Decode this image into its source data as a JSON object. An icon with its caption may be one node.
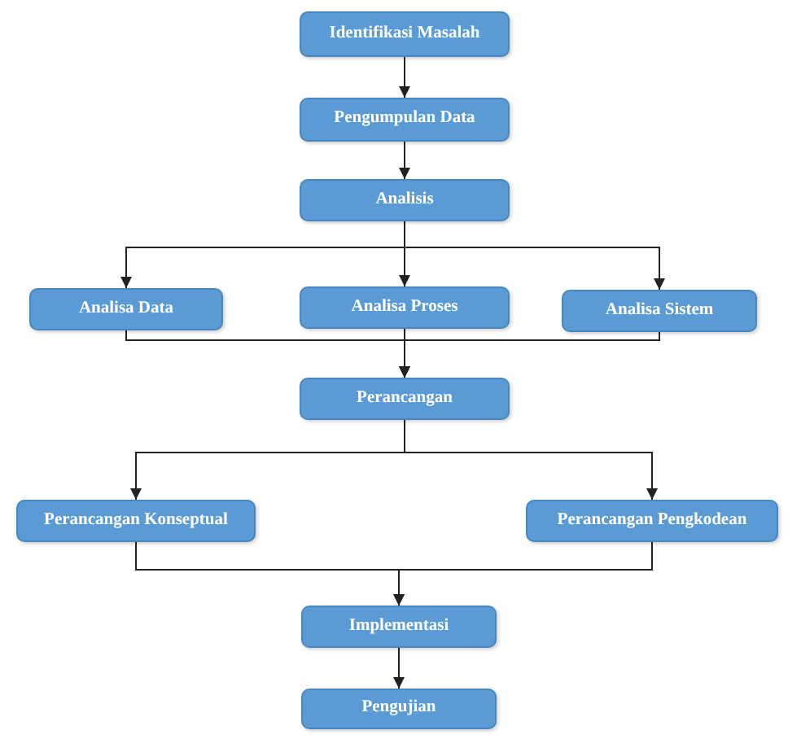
{
  "diagram": {
    "nodes": [
      {
        "text": [
          "Identifikasi Masalah"
        ]
      },
      {
        "text": [
          "Pengumpulan Data"
        ]
      },
      {
        "text": [
          "Analisis"
        ]
      },
      {
        "text": [
          "Analisa Data"
        ]
      },
      {
        "text": [
          "Analisa Proses"
        ]
      },
      {
        "text": [
          "Analisa Sistem"
        ]
      },
      {
        "text": [
          "Perancangan"
        ]
      },
      {
        "text": [
          "Perancangan Konseptual"
        ]
      },
      {
        "text": [
          "Perancangan Pengkodean"
        ]
      },
      {
        "text": [
          "Implementasi"
        ]
      },
      {
        "text": [
          "Pengujian"
        ]
      }
    ],
    "edges": [
      {
        "from": 0,
        "to": 1,
        "arrow": "to"
      },
      {
        "from": 1,
        "to": 2,
        "arrow": "to"
      },
      {
        "from": 2,
        "to": 3,
        "arrow": "to"
      },
      {
        "from": 2,
        "to": 4,
        "arrow": "to"
      },
      {
        "from": 2,
        "to": 5,
        "arrow": "to"
      },
      {
        "from": 3,
        "to": 6,
        "arrow": "to"
      },
      {
        "from": 4,
        "to": 6,
        "arrow": "to"
      },
      {
        "from": 5,
        "to": 6,
        "arrow": "to"
      },
      {
        "from": 6,
        "to": 7,
        "arrow": "to"
      },
      {
        "from": 6,
        "to": 8,
        "arrow": "to"
      },
      {
        "from": 7,
        "to": 9,
        "arrow": "to"
      },
      {
        "from": 8,
        "to": 9,
        "arrow": "to"
      },
      {
        "from": 9,
        "to": 10,
        "arrow": "to"
      }
    ]
  }
}
